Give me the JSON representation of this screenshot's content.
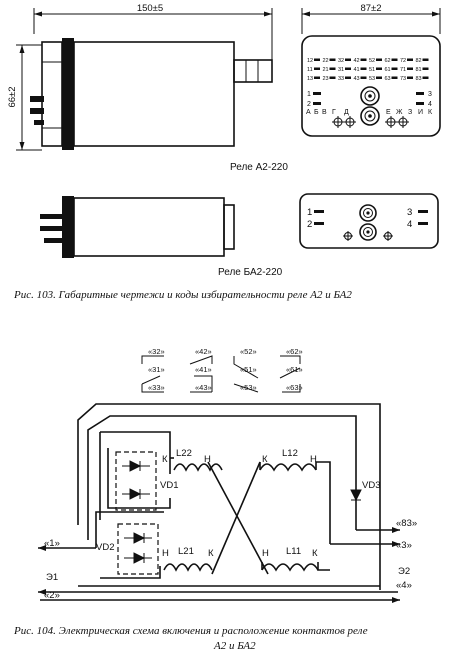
{
  "figure103": {
    "dim_width_top": "150±5",
    "dim_height_left": "66±2",
    "dim_width_right": "87±2",
    "relay_a2_label": "Реле А2-220",
    "relay_ba2_label": "Реле БА2-220",
    "caption": "Рис. 103. Габаритные чертежи и коды избирательности реле А2 и БА2",
    "panel_code_rows": [
      [
        "12",
        "22",
        "32",
        "42",
        "52",
        "62",
        "72",
        "82"
      ],
      [
        "11",
        "21",
        "31",
        "41",
        "51",
        "61",
        "71",
        "81"
      ],
      [
        "13",
        "23",
        "33",
        "43",
        "53",
        "63",
        "73",
        "83"
      ]
    ],
    "panel_left_numbers": [
      "1",
      "2"
    ],
    "panel_right_numbers": [
      "3",
      "4"
    ],
    "panel_bottom_letters": [
      "А",
      "Б",
      "В",
      "Г",
      "Д",
      "Е",
      "Ж",
      "З",
      "И",
      "К"
    ]
  },
  "figure104": {
    "code_groups": [
      {
        "top": "«32»",
        "mid": "«31»",
        "bot": "«33»"
      },
      {
        "top": "«42»",
        "mid": "«41»",
        "bot": "«43»"
      },
      {
        "top": "«52»",
        "mid": "«51»",
        "bot": "«53»"
      },
      {
        "top": "«62»",
        "mid": "«61»",
        "bot": "«63»"
      }
    ],
    "coil_L22": "L22",
    "coil_L12": "L12",
    "coil_L21": "L21",
    "coil_L11": "L11",
    "k": "К",
    "h": "Н",
    "vd1": "VD1",
    "vd2": "VD2",
    "vd3": "VD3",
    "term_1": "«1»",
    "term_2": "«2»",
    "term_3": "«3»",
    "term_4": "«4»",
    "term_83": "«83»",
    "e1": "Э1",
    "e2": "Э2",
    "caption_line1": "Рис. 104. Электрическая схема включения и расположение контактов реле",
    "caption_line2": "А2 и БА2"
  }
}
